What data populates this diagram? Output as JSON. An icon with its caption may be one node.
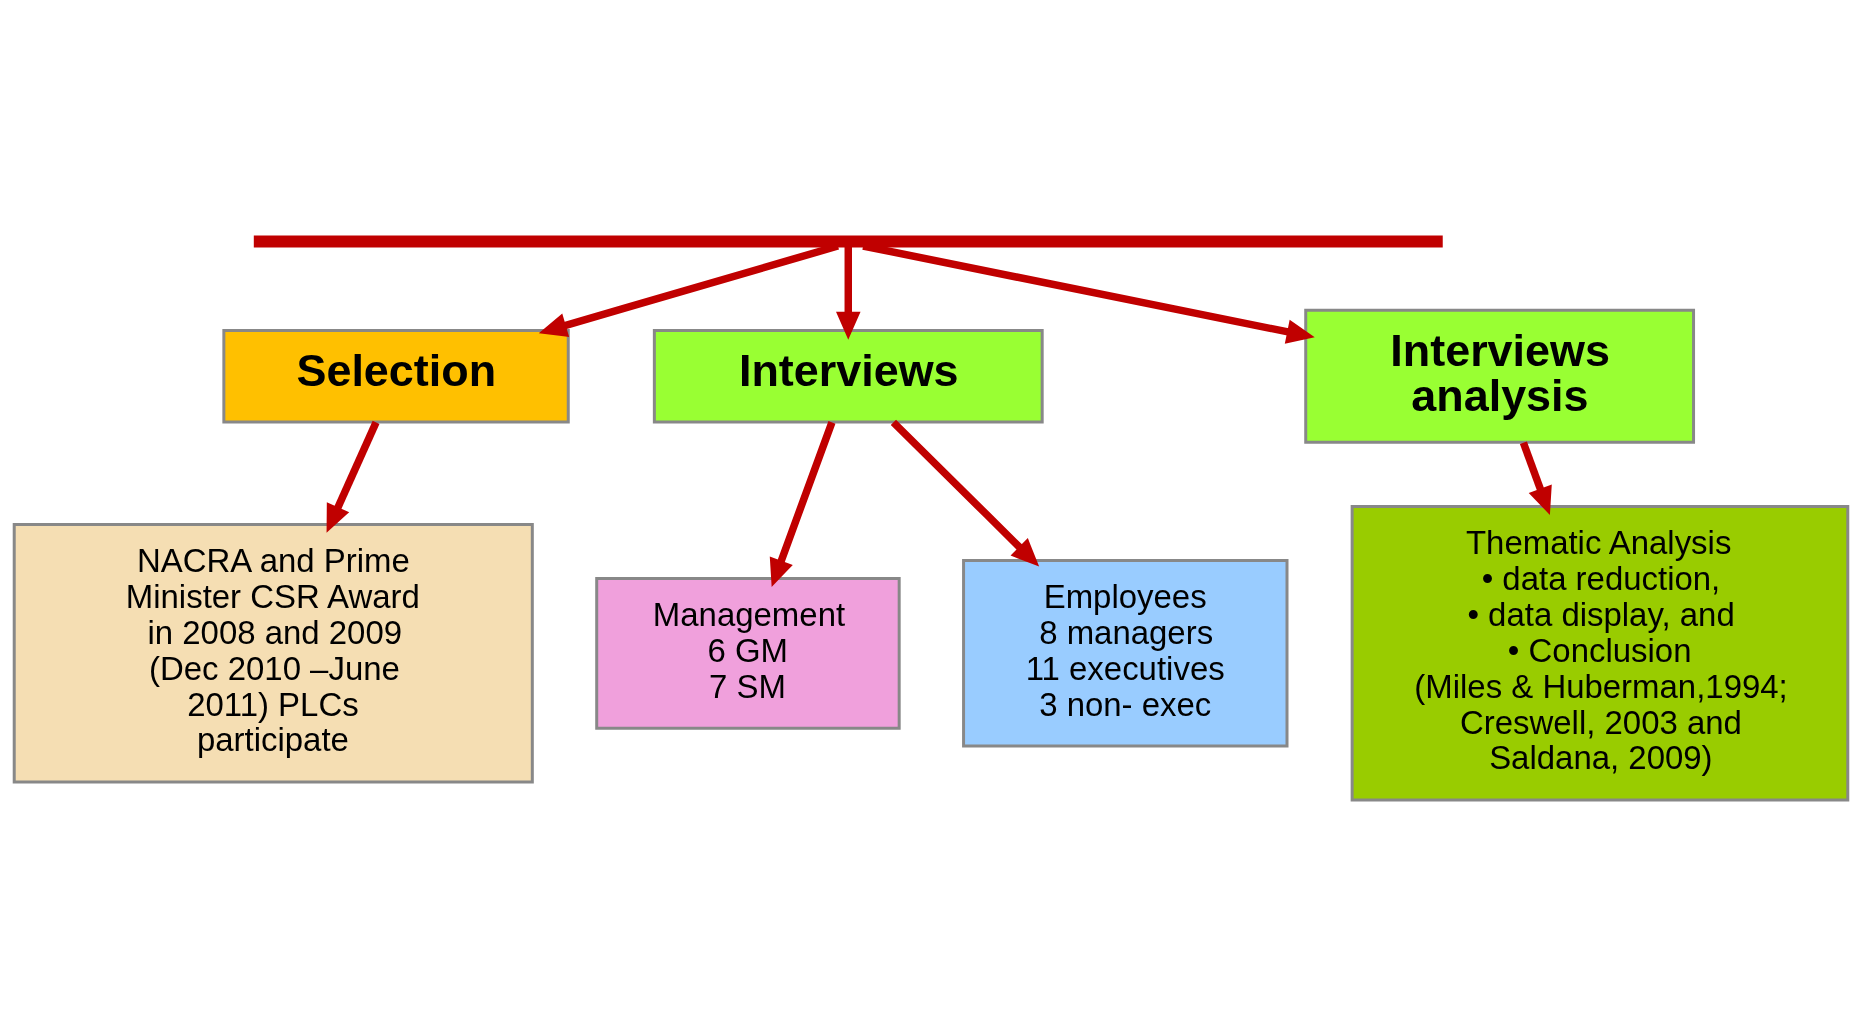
{
  "diagram": {
    "nodes": [
      {
        "text": [],
        "shape": "bar"
      },
      {
        "text": [
          "Selection"
        ]
      },
      {
        "text": [
          "Interviews"
        ]
      },
      {
        "text": [
          "Interviews analysis"
        ]
      },
      {
        "text": [
          "NACRA and Prime Minister CSR Award in 2008 and 2009 (Dec 2010 –June 2011) PLCs participate"
        ]
      },
      {
        "text": [
          "Management",
          "6 GM",
          "7 SM"
        ]
      },
      {
        "text": [
          "Employees",
          "8 managers",
          "11 executives",
          "3 non- exec"
        ]
      },
      {
        "text": [
          "Thematic Analysis",
          "• data reduction,",
          "• data display, and",
          "• Conclusion",
          "(Miles & Huberman,1994; Creswell, 2003 and Saldana, 2009)"
        ]
      }
    ],
    "edges": [
      {
        "from": 0,
        "to": 1,
        "arrow": "to"
      },
      {
        "from": 0,
        "to": 2,
        "arrow": "to"
      },
      {
        "from": 0,
        "to": 3,
        "arrow": "to"
      },
      {
        "from": 1,
        "to": 4,
        "arrow": "to"
      },
      {
        "from": 2,
        "to": 5,
        "arrow": "to"
      },
      {
        "from": 2,
        "to": 6,
        "arrow": "to"
      },
      {
        "from": 3,
        "to": 7,
        "arrow": "to"
      }
    ]
  }
}
